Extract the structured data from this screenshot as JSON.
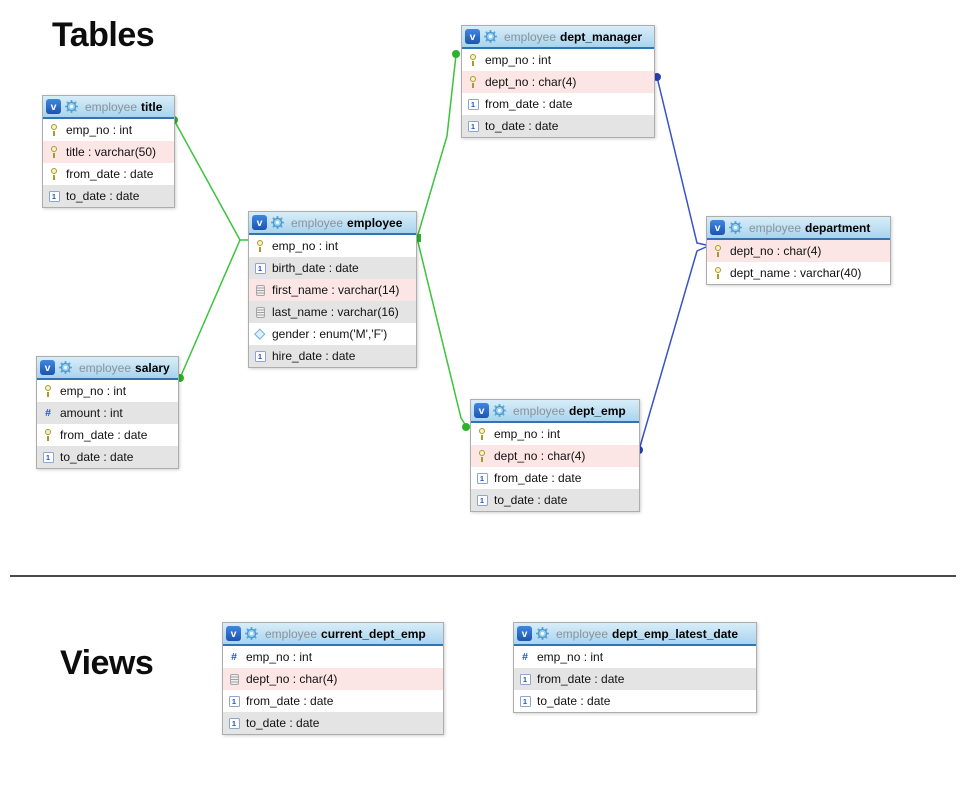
{
  "sections": {
    "tables_heading": "Tables",
    "views_heading": "Views"
  },
  "icons": {
    "badge_letter": "v",
    "header_icon": "gear-icon"
  },
  "colors": {
    "green_connector": "#3bc43b",
    "blue_connector": "#3853c6",
    "header_blue": "#aed6ef",
    "header_border_blue": "#3173b4",
    "row_pink": "#fce5e5",
    "row_gray": "#e4e4e4",
    "badge_blue": "#1c54b0"
  },
  "entities": [
    {
      "kind": "table",
      "schema": "employee",
      "name": "title",
      "columns": [
        {
          "icon": "primary-key-icon",
          "text": "emp_no : int"
        },
        {
          "icon": "primary-key-icon",
          "text": "title : varchar(50)"
        },
        {
          "icon": "primary-key-icon",
          "text": "from_date : date"
        },
        {
          "icon": "date-icon",
          "text": "to_date : date"
        }
      ]
    },
    {
      "kind": "table",
      "schema": "employee",
      "name": "employee",
      "columns": [
        {
          "icon": "primary-key-icon",
          "text": "emp_no : int"
        },
        {
          "icon": "date-icon",
          "text": "birth_date : date"
        },
        {
          "icon": "text-icon",
          "text": "first_name : varchar(14)"
        },
        {
          "icon": "text-icon",
          "text": "last_name : varchar(16)"
        },
        {
          "icon": "enum-icon",
          "text": "gender : enum('M','F')"
        },
        {
          "icon": "date-icon",
          "text": "hire_date : date"
        }
      ]
    },
    {
      "kind": "table",
      "schema": "employee",
      "name": "salary",
      "columns": [
        {
          "icon": "primary-key-icon",
          "text": "emp_no : int"
        },
        {
          "icon": "numeric-icon",
          "text": "amount : int"
        },
        {
          "icon": "primary-key-icon",
          "text": "from_date : date"
        },
        {
          "icon": "date-icon",
          "text": "to_date : date"
        }
      ]
    },
    {
      "kind": "table",
      "schema": "employee",
      "name": "dept_manager",
      "columns": [
        {
          "icon": "primary-key-icon",
          "text": "emp_no : int"
        },
        {
          "icon": "primary-key-icon",
          "text": "dept_no : char(4)"
        },
        {
          "icon": "date-icon",
          "text": "from_date : date"
        },
        {
          "icon": "date-icon",
          "text": "to_date : date"
        }
      ]
    },
    {
      "kind": "table",
      "schema": "employee",
      "name": "dept_emp",
      "columns": [
        {
          "icon": "primary-key-icon",
          "text": "emp_no : int"
        },
        {
          "icon": "primary-key-icon",
          "text": "dept_no : char(4)"
        },
        {
          "icon": "date-icon",
          "text": "from_date : date"
        },
        {
          "icon": "date-icon",
          "text": "to_date : date"
        }
      ]
    },
    {
      "kind": "table",
      "schema": "employee",
      "name": "department",
      "columns": [
        {
          "icon": "primary-key-icon",
          "text": "dept_no : char(4)"
        },
        {
          "icon": "primary-key-icon",
          "text": "dept_name : varchar(40)"
        }
      ]
    },
    {
      "kind": "view",
      "schema": "employee",
      "name": "current_dept_emp",
      "columns": [
        {
          "icon": "numeric-icon",
          "text": "emp_no : int"
        },
        {
          "icon": "text-icon",
          "text": "dept_no : char(4)"
        },
        {
          "icon": "date-icon",
          "text": "from_date : date"
        },
        {
          "icon": "date-icon",
          "text": "to_date : date"
        }
      ]
    },
    {
      "kind": "view",
      "schema": "employee",
      "name": "dept_emp_latest_date",
      "columns": [
        {
          "icon": "numeric-icon",
          "text": "emp_no : int"
        },
        {
          "icon": "date-icon",
          "text": "from_date : date"
        },
        {
          "icon": "date-icon",
          "text": "to_date : date"
        }
      ]
    }
  ],
  "connections": [
    {
      "from": "title",
      "to": "employee",
      "color": "green"
    },
    {
      "from": "salary",
      "to": "employee",
      "color": "green"
    },
    {
      "from": "employee",
      "to": "dept_manager",
      "color": "green"
    },
    {
      "from": "employee",
      "to": "dept_emp",
      "color": "green"
    },
    {
      "from": "dept_manager",
      "to": "department",
      "color": "blue"
    },
    {
      "from": "dept_emp",
      "to": "department",
      "color": "blue"
    }
  ]
}
